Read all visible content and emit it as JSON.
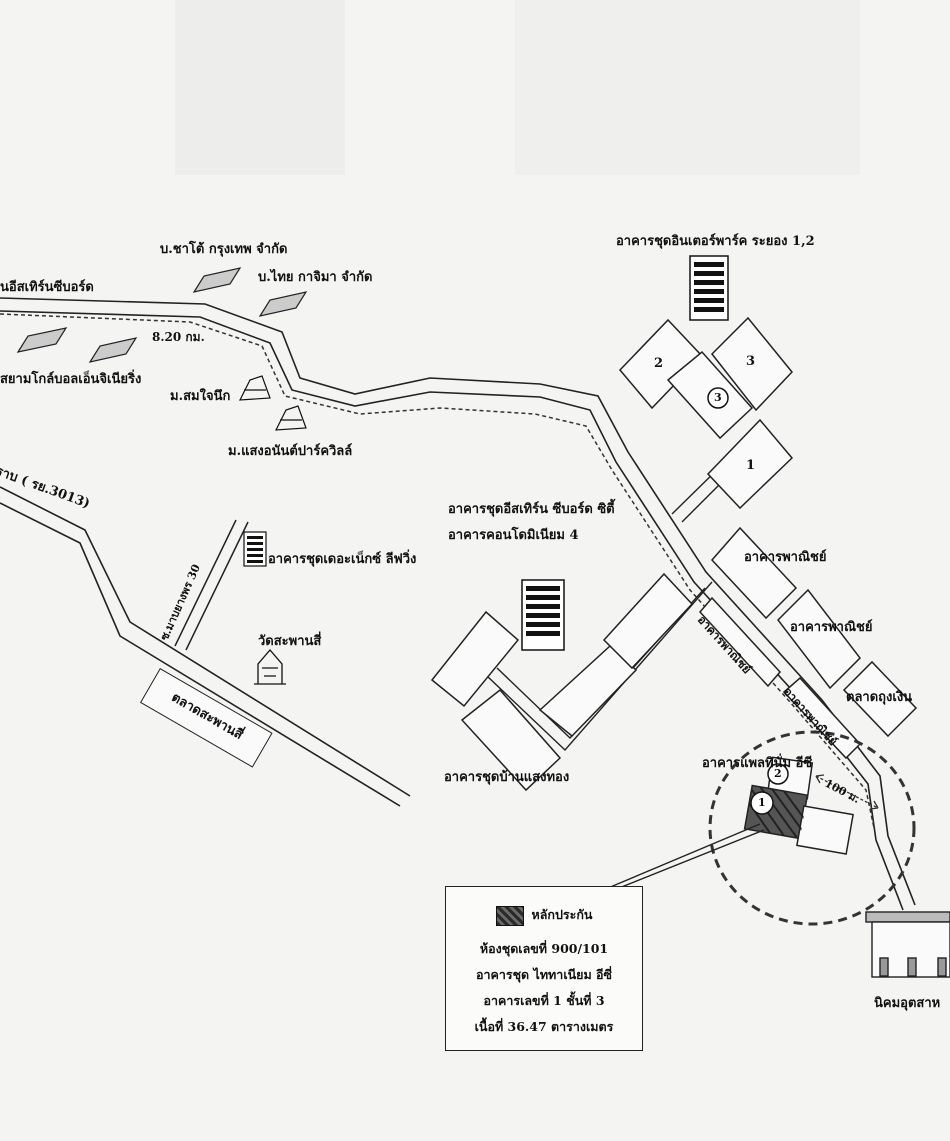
{
  "map": {
    "labels": {
      "eastern_seaboard": "นอีสเทิร์นซีบอร์ด",
      "company_chatto": "บ.ชาโต้ กรุงเทพ จำกัด",
      "company_thai_kajima": "บ.ไทย กาจิมา จำกัด",
      "distance_8km": "8.20 กม.",
      "siam_global": "สยามโกล์บอลเอ็นจิเนียริ่ง",
      "moo_somjainuek": "ม.สมใจนึก",
      "moo_saengananda": "ม.แสงอนันต์ปาร์ควิลล์",
      "road_rayong": "ราบ ( รย.3013)",
      "soi_30": "ซ.มาบยางพร 30",
      "condo_the_next": "อาคารชุดเดอะเน็กซ์ ลีฟวิ่ง",
      "condo_eastern_city": "อาคารชุดอีสเทิร์น ซีบอร์ด ซิตี้",
      "condo_condominium4": "อาคารคอนโดมิเนียม 4",
      "wat_saphan_si": "วัดสะพานสี่",
      "market_saphan_si": "ตลาดสะพานสี่",
      "condo_ban_saengthong": "อาคารชุดบ้านแสงทอง",
      "condo_interpark": "อาคารชุดอินเตอร์พาร์ค ระยอง 1,2",
      "commercial_1": "อาคารพาณิชย์",
      "commercial_2": "อาคารพาณิชย์",
      "commercial_3": "อาคารพาณิชย์",
      "commercial_4": "อาคารพาณิชย์",
      "market_toong": "ตลาดถุงเงิน",
      "building_platinum": "อาคารแพลทินั่ม อีซี",
      "distance_100m": "100 ม.",
      "industrial_estate": "นิคมอุตสาห",
      "bldg_num_1": "1",
      "bldg_num_2": "2",
      "bldg_num_3": "3",
      "marker_1": "1",
      "marker_2": "2",
      "marker_3": "3"
    },
    "legend": {
      "title": "หลักประกัน",
      "line1": "ห้องชุดเลขที่ 900/101",
      "line2": "อาคารชุด ไททาเนียม อีซี่",
      "line3": "อาคารเลขที่ 1 ชั้นที่ 3",
      "line4": "เนื้อที่ 36.47 ตารางเมตร"
    }
  }
}
